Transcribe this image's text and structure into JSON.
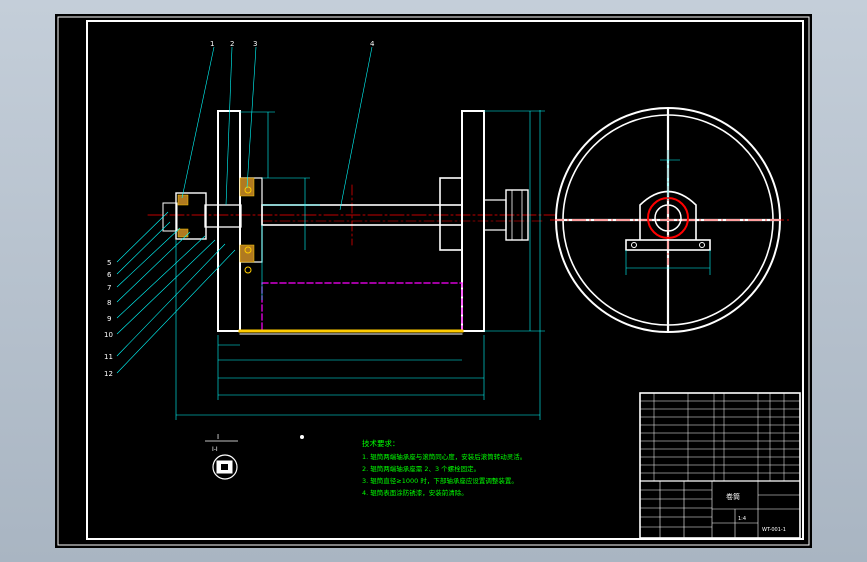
{
  "drawing": {
    "part_numbers": [
      "1",
      "2",
      "3",
      "4",
      "5",
      "6",
      "7",
      "8",
      "9",
      "10",
      "11",
      "12"
    ],
    "section_label": "I",
    "section_view_label": "I-I",
    "tech_req_title": "技术要求：",
    "tech_req_lines": [
      "1. 辊筒两端轴承座与滚筒同心度，安装后滚筒转动灵活。",
      "2. 辊筒两端轴承座需 2、3 个螺栓固定。",
      "3. 辊筒直径≥1000 时，下部轴承座应设置调整装置。",
      "4. 辊筒表面涂防锈漆，安装前清除。"
    ],
    "title_block": {
      "name": "卷筒",
      "scale": "1:4",
      "drawing_no": "WT-001-1"
    },
    "colors": {
      "background": "#000000",
      "outline": "#ffffff",
      "dimension": "#00ffff",
      "centerline": "#ff0000",
      "hidden": "#ff00ff",
      "notes": "#00ff00",
      "hatch": "#ffff00"
    }
  }
}
